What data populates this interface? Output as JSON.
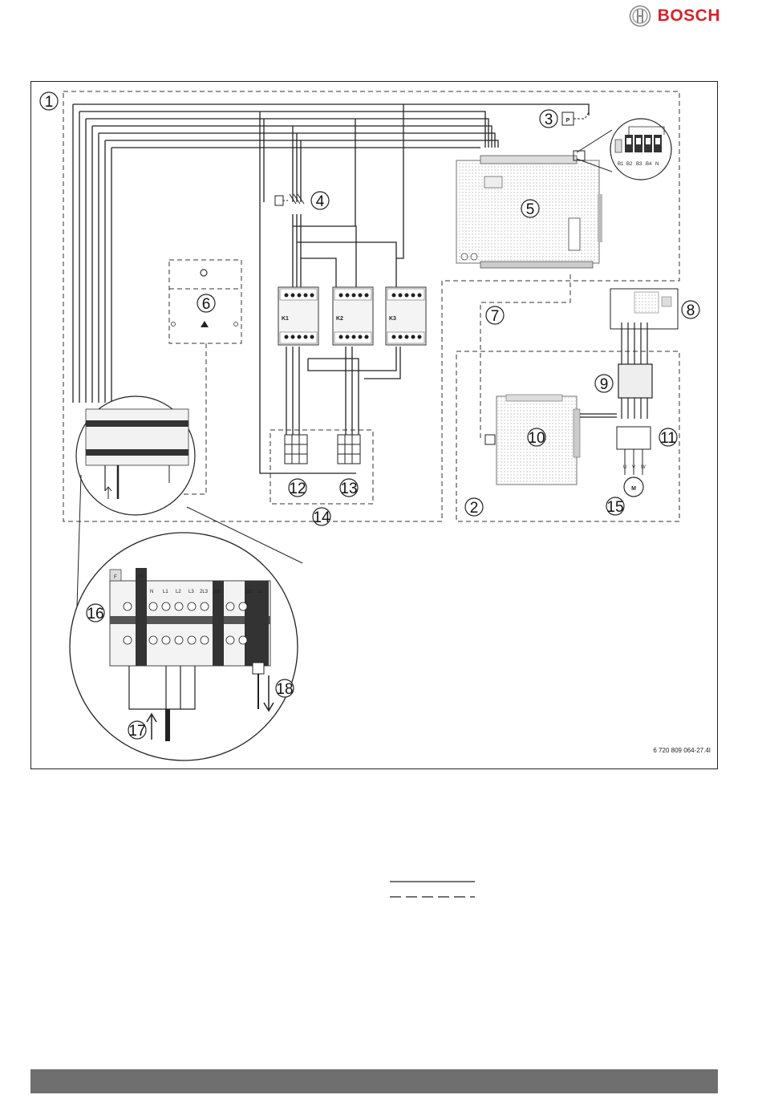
{
  "header": {
    "brand_name": "BOSCH",
    "brand_color": "#d8222a",
    "logo_icon": "bosch-armature-icon"
  },
  "figure": {
    "code": "6 720 809 064-27.4I",
    "callouts": [
      "1",
      "2",
      "3",
      "4",
      "5",
      "6",
      "7",
      "8",
      "9",
      "10",
      "11",
      "12",
      "13",
      "14",
      "15",
      "16",
      "17",
      "18"
    ],
    "contactors": [
      "K1",
      "K2",
      "K3"
    ],
    "relay_labels": [
      "B1",
      "B2",
      "B3",
      "B4",
      "N"
    ],
    "motor_label": "M",
    "motor_phases": [
      "U",
      "V",
      "W"
    ],
    "pressure_switch_label": "P",
    "terminal_labels": [
      "F",
      "1N",
      "N",
      "L1",
      "L2",
      "L3",
      "2L3",
      "2N",
      "3N",
      "3L"
    ]
  },
  "legend": {
    "solid_line": "solid",
    "dashed_line": "dashed"
  },
  "colors": {
    "line": "#222222",
    "footer": "#6f6f6f"
  }
}
